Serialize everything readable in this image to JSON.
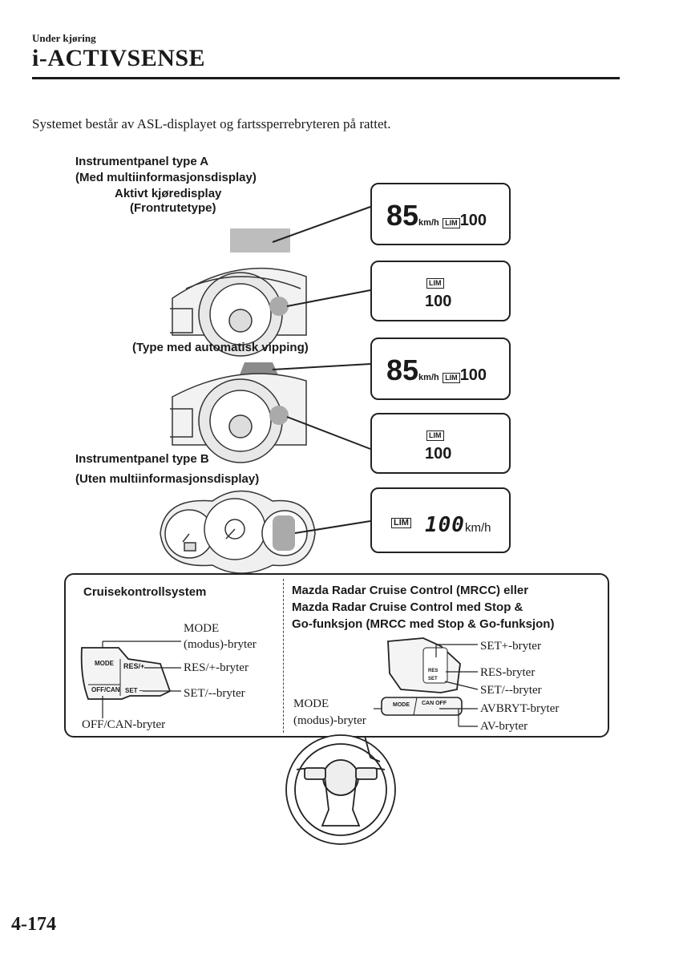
{
  "header": {
    "section": "Under kjøring",
    "title": "i-ACTIVSENSE"
  },
  "intro": "Systemet består av ASL-displayet og fartssperrebryteren på rattet.",
  "panel_a": {
    "line1": "Instrumentpanel type A",
    "line2": "(Med multiinformasjonsdisplay)",
    "line3": "Aktivt kjøredisplay",
    "line4": "(Frontrutetype)",
    "tilt_label": "(Type med automatisk vipping)"
  },
  "panel_b": {
    "line1": "Instrumentpanel type B",
    "line2": "(Uten multiinformasjonsdisplay)"
  },
  "displays": {
    "speed": "85",
    "speed_unit": "km/h",
    "lim_badge": "LIM",
    "limit": "100",
    "seg_limit": "100",
    "seg_unit": "km/h"
  },
  "controls": {
    "left_title": "Cruisekontrollsystem",
    "right_title_1": "Mazda Radar Cruise Control (MRCC) eller",
    "right_title_2": "Mazda Radar Cruise Control med Stop &",
    "right_title_3": "Go-funksjon (MRCC med Stop & Go-funksjon)",
    "left": {
      "mode_1": "MODE",
      "mode_2": "(modus)-bryter",
      "res": "RES/+-bryter",
      "set": "SET/--bryter",
      "offcan": "OFF/CAN-bryter",
      "sw_mode": "MODE",
      "sw_res": "RES/+",
      "sw_offcan": "OFF/CAN",
      "sw_set": "SET –"
    },
    "right": {
      "setplus": "SET+-bryter",
      "res": "RES-bryter",
      "setminus": "SET/--bryter",
      "mode_1": "MODE",
      "mode_2": "(modus)-bryter",
      "avbryt": "AVBRYT-bryter",
      "av": "AV-bryter",
      "sw_mode": "MODE",
      "sw_can": "CAN OFF",
      "sw_set": "SET",
      "sw_res": "RES"
    }
  },
  "page_number": "4-174"
}
